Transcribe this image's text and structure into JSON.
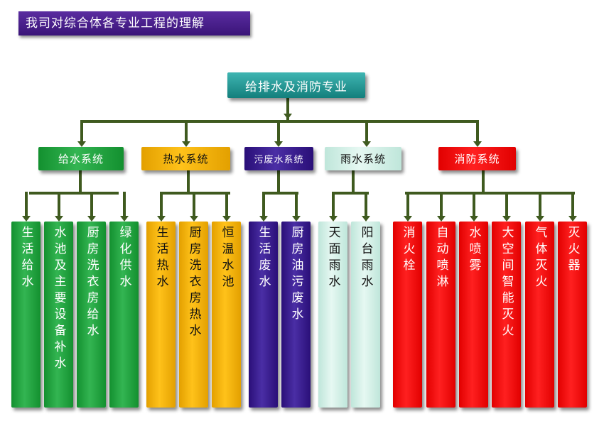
{
  "header": {
    "title": "我司对综合体各专业工程的理解"
  },
  "root": {
    "label": "给排水及消防专业"
  },
  "categories": [
    {
      "label": "给水系统",
      "color": "#2aa845",
      "items": [
        {
          "label": "生活给水"
        },
        {
          "label": "水池及主要设备补水"
        },
        {
          "label": "厨房洗衣房给水"
        },
        {
          "label": "绿化供水"
        }
      ]
    },
    {
      "label": "热水系统",
      "color": "#f6b400",
      "items": [
        {
          "label": "生活热水"
        },
        {
          "label": "厨房洗衣房热水"
        },
        {
          "label": "恒温水池"
        }
      ]
    },
    {
      "label": "污废水系统",
      "color": "#3a1e8e",
      "items": [
        {
          "label": "生活废水"
        },
        {
          "label": "厨房油污废水"
        }
      ]
    },
    {
      "label": "雨水系统",
      "color": "#d8f2ea",
      "items": [
        {
          "label": "天面雨水"
        },
        {
          "label": "阳台雨水"
        }
      ]
    },
    {
      "label": "消防系统",
      "color": "#ff0a0a",
      "items": [
        {
          "label": "消火栓"
        },
        {
          "label": "自动喷淋"
        },
        {
          "label": "水喷雾"
        },
        {
          "label": "大空间智能灭火"
        },
        {
          "label": "气体灭火"
        },
        {
          "label": "灭火器"
        }
      ]
    }
  ],
  "connector_color": "#3f5a1f"
}
